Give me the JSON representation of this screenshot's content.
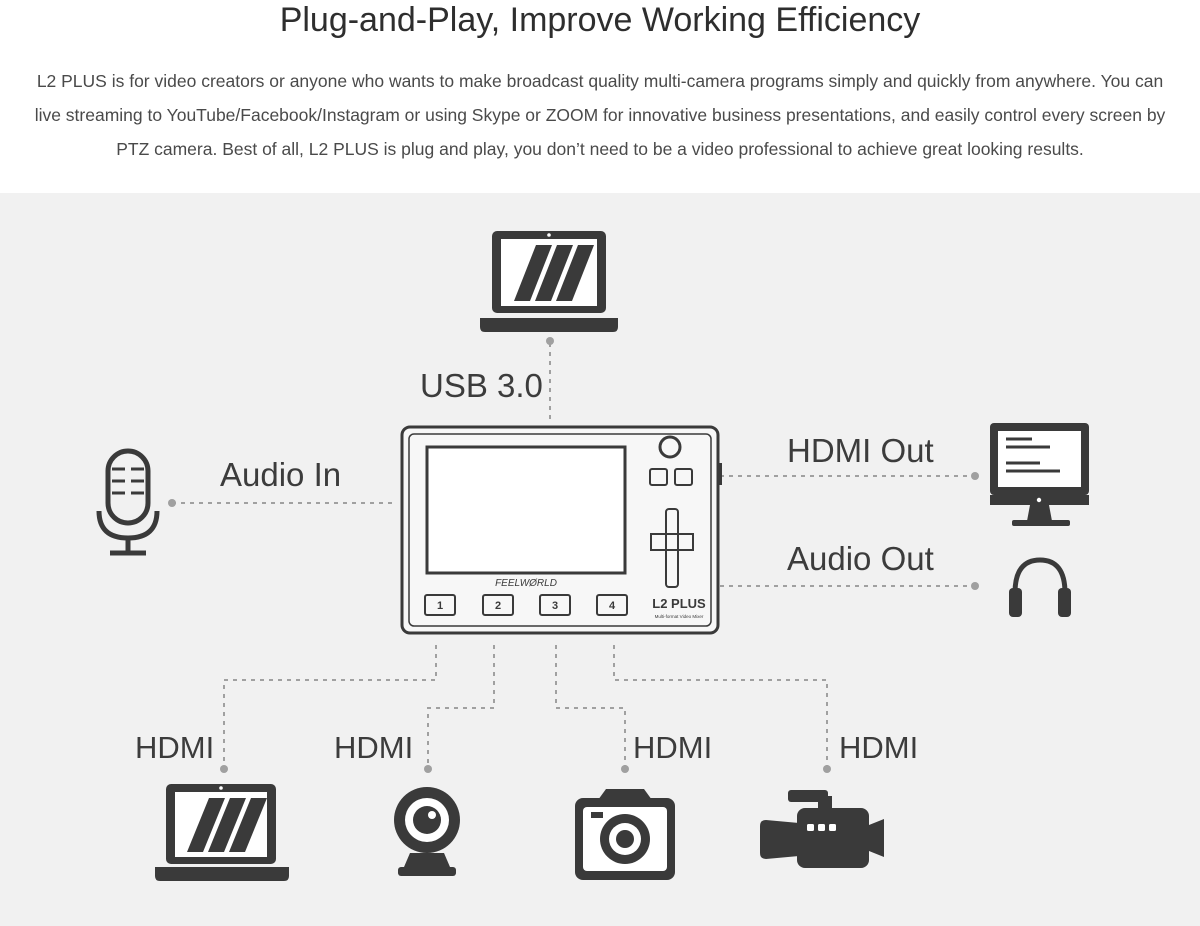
{
  "header": {
    "title": "Plug-and-Play, Improve Working Efficiency",
    "description": "L2 PLUS is for video creators or anyone who wants to make broadcast quality multi-camera programs simply and quickly from anywhere. You can live streaming to YouTube/Facebook/Instagram or using Skype or ZOOM for innovative business presentations,  and easily control every screen by PTZ camera. Best of all, L2 PLUS is plug and play, you don’t need to be a video professional to achieve great looking results."
  },
  "diagram": {
    "device": {
      "brand": "FEELWØRLD",
      "model": "L2 PLUS",
      "model_sub": "Multi-format Video Mixer",
      "buttons": [
        "1",
        "2",
        "3",
        "4"
      ]
    },
    "labels": {
      "usb": "USB 3.0",
      "audio_in": "Audio In",
      "hdmi_out": "HDMI Out",
      "audio_out": "Audio Out",
      "hdmi_1": "HDMI",
      "hdmi_2": "HDMI",
      "hdmi_3": "HDMI",
      "hdmi_4": "HDMI"
    },
    "icons": {
      "top": "laptop-icon",
      "left": "microphone-icon",
      "right_top": "monitor-icon",
      "right_bottom": "headphones-icon",
      "inputs": [
        "laptop-icon",
        "webcam-icon",
        "camera-icon",
        "camcorder-icon"
      ]
    },
    "colors": {
      "icon": "#3a3a3a",
      "line": "#9a9a9a",
      "panel": "#f1f1f1"
    }
  }
}
